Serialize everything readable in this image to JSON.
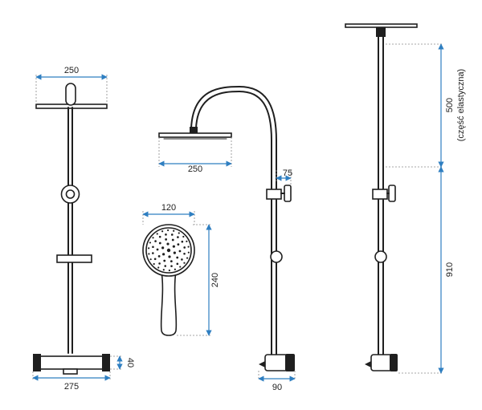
{
  "drawing": {
    "front_view": {
      "dims": {
        "head_width": "250",
        "body_width": "275",
        "body_height": "40"
      }
    },
    "side_view": {
      "dims": {
        "head_width": "250",
        "arm_offset": "75",
        "valve_depth": "90"
      }
    },
    "hand_shower": {
      "dims": {
        "width": "120",
        "height": "240"
      }
    },
    "extended_view": {
      "dims": {
        "flexible_length": "500",
        "flexible_note": "(część elastyczna)",
        "bar_height": "910"
      }
    },
    "colors": {
      "dimension": "#2f7fc1",
      "line": "#1f1f1f",
      "extension": "#8a8a8a"
    }
  }
}
